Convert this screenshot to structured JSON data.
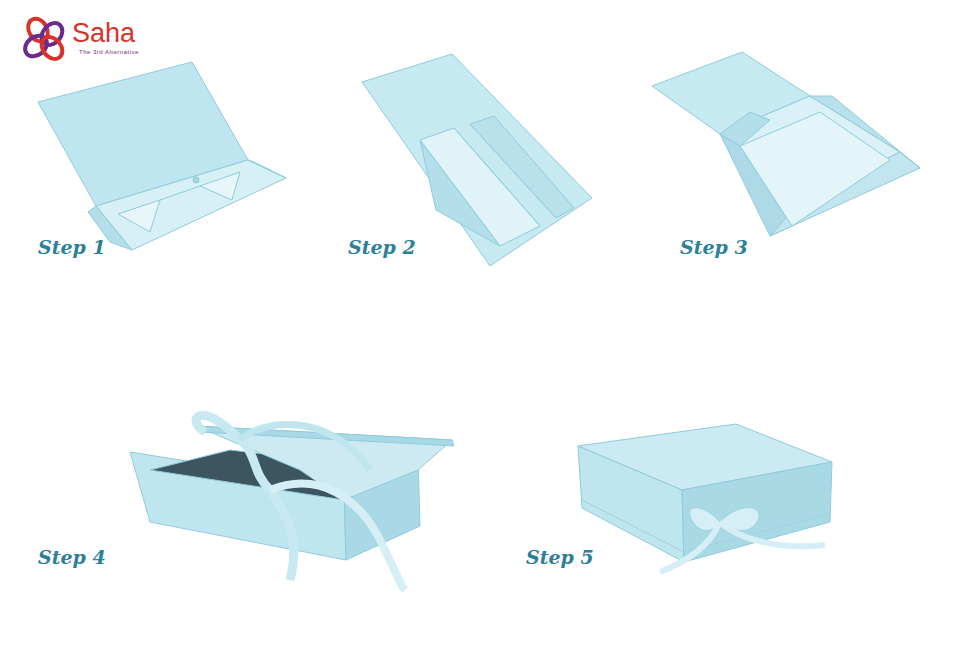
{
  "diagram": {
    "labels": [
      "Saha",
      "The 3rd Alternative",
      "Step 1",
      "Step 2",
      "Step 3",
      "Step 4",
      "Step 5"
    ]
  }
}
